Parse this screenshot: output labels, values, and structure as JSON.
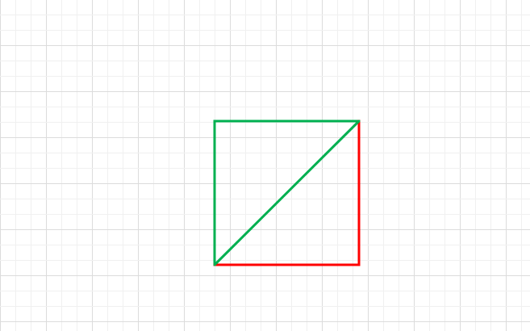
{
  "canvas": {
    "background": "#ffffff",
    "grid": {
      "visible": true,
      "minor_color": "#f0f0f0",
      "major_color": "#dcdcdc"
    }
  },
  "diagram": {
    "shapes": [
      {
        "name": "square-left-side",
        "color": "#00b050"
      },
      {
        "name": "square-top-side",
        "color": "#00b050"
      },
      {
        "name": "square-diagonal",
        "color": "#00b050"
      },
      {
        "name": "square-right-side",
        "color": "#ff0000"
      },
      {
        "name": "square-bottom-side",
        "color": "#ff0000"
      }
    ]
  }
}
